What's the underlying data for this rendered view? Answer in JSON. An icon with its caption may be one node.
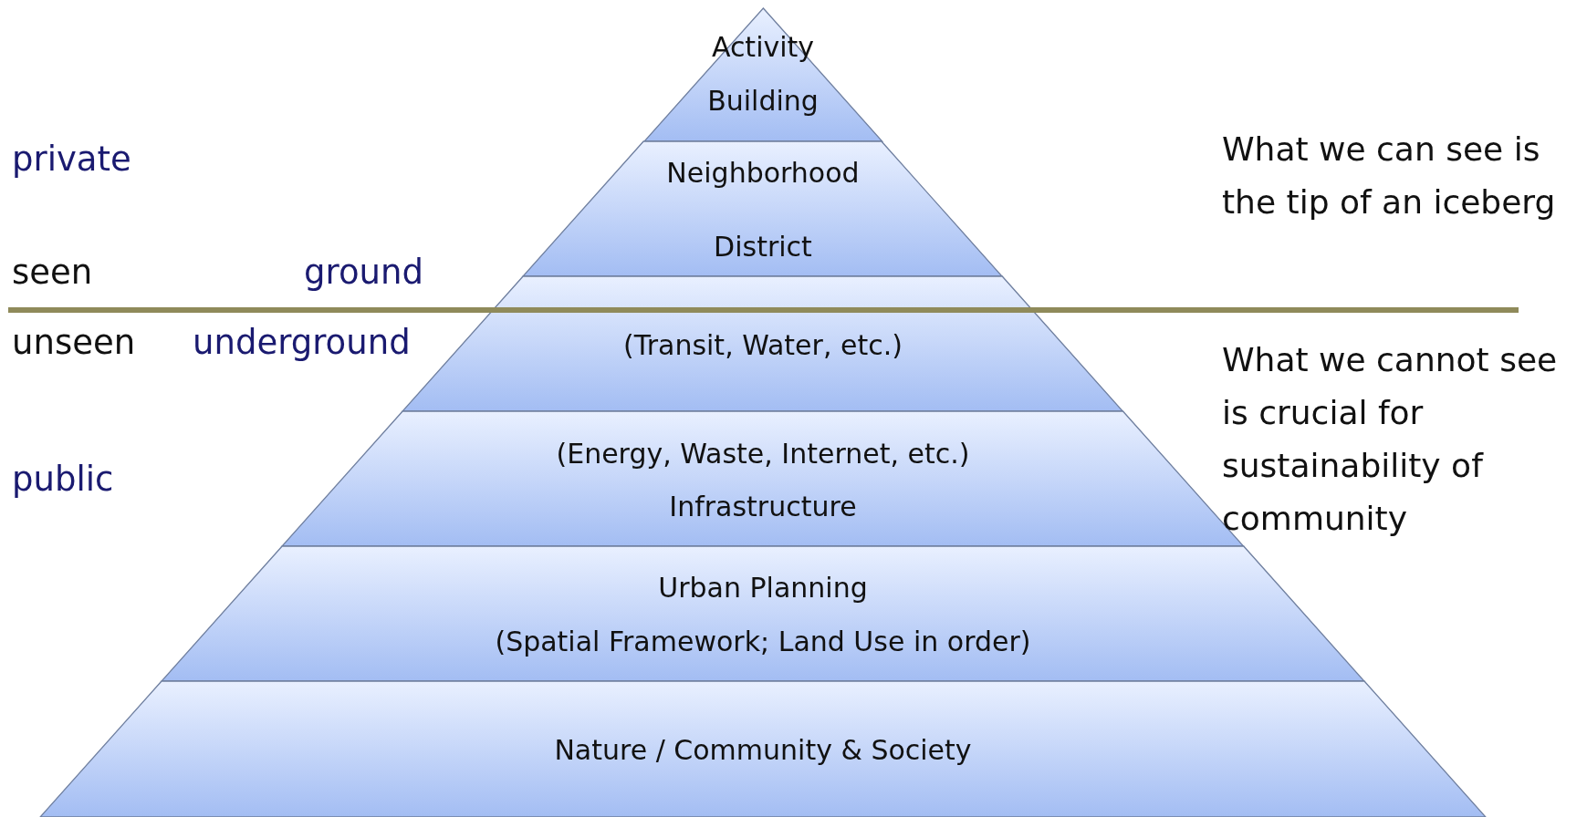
{
  "diagram": {
    "nodes": [
      {
        "text": [
          "Activity",
          "Building"
        ]
      },
      {
        "text": [
          "Neighborhood",
          "District"
        ]
      },
      {
        "text": [
          "(Transit, Water, etc.)"
        ]
      },
      {
        "text": [
          "(Energy, Waste, Internet, etc.)",
          "Infrastructure"
        ]
      },
      {
        "text": [
          "Urban Planning",
          "(Spatial Framework; Land Use in order)"
        ]
      },
      {
        "text": [
          "Nature / Community & Society"
        ]
      }
    ],
    "labels": [
      "private",
      "seen",
      "ground",
      "unseen",
      "underground",
      "public",
      "What we can see is the tip of an iceberg",
      "What we cannot see is crucial for sustainability of community"
    ]
  }
}
